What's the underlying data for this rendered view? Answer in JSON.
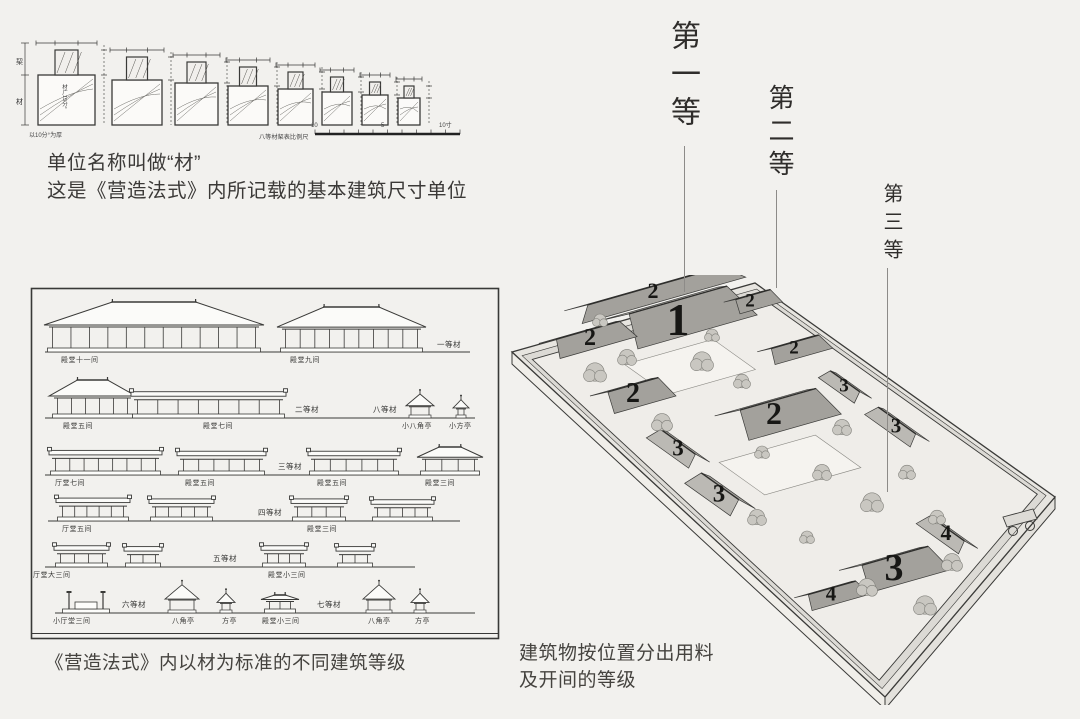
{
  "page": {
    "background": "#f2f1ee"
  },
  "cai_panel": {
    "unit_axis_top": "栔",
    "unit_axis_bottom": "材",
    "block_note": "材广15分°",
    "thickness_note": "以10分°为厚",
    "scale_caption": "八等材栔表比例尺",
    "scale_ticks": [
      "10",
      "5",
      "10寸"
    ],
    "intro_line1": "单位名称叫做“材”",
    "intro_line2": "这是《营造法式》内所记载的基本建筑尺寸单位"
  },
  "grades_panel": {
    "caption": "《营造法式》内以材为标准的不同建筑等级",
    "labels": [
      "殿堂十一间",
      "殿堂九间",
      "一等材",
      "殿堂五间",
      "殿堂七间",
      "二等材",
      "八等材",
      "小八角亭",
      "小方亭",
      "厅堂七间",
      "殿堂五间",
      "三等材",
      "殿堂五间",
      "殿堂三间",
      "厅堂五间",
      "四等材",
      "殿堂三间",
      "厅堂大三间",
      "五等材",
      "殿堂小三间",
      "小厅堂三间",
      "六等材",
      "八角亭",
      "方亭",
      "殿堂小三间",
      "七等材",
      "八角亭",
      "方亭"
    ]
  },
  "courtyard_panel": {
    "rank_labels": [
      "第一等",
      "第二等",
      "第三等"
    ],
    "building_numbers": [
      "1",
      "2",
      "2",
      "2",
      "2",
      "2",
      "2",
      "3",
      "3",
      "3",
      "3",
      "3",
      "4",
      "4"
    ],
    "caption_line1": "建筑物按位置分出用料",
    "caption_line2": "及开间的等级"
  }
}
